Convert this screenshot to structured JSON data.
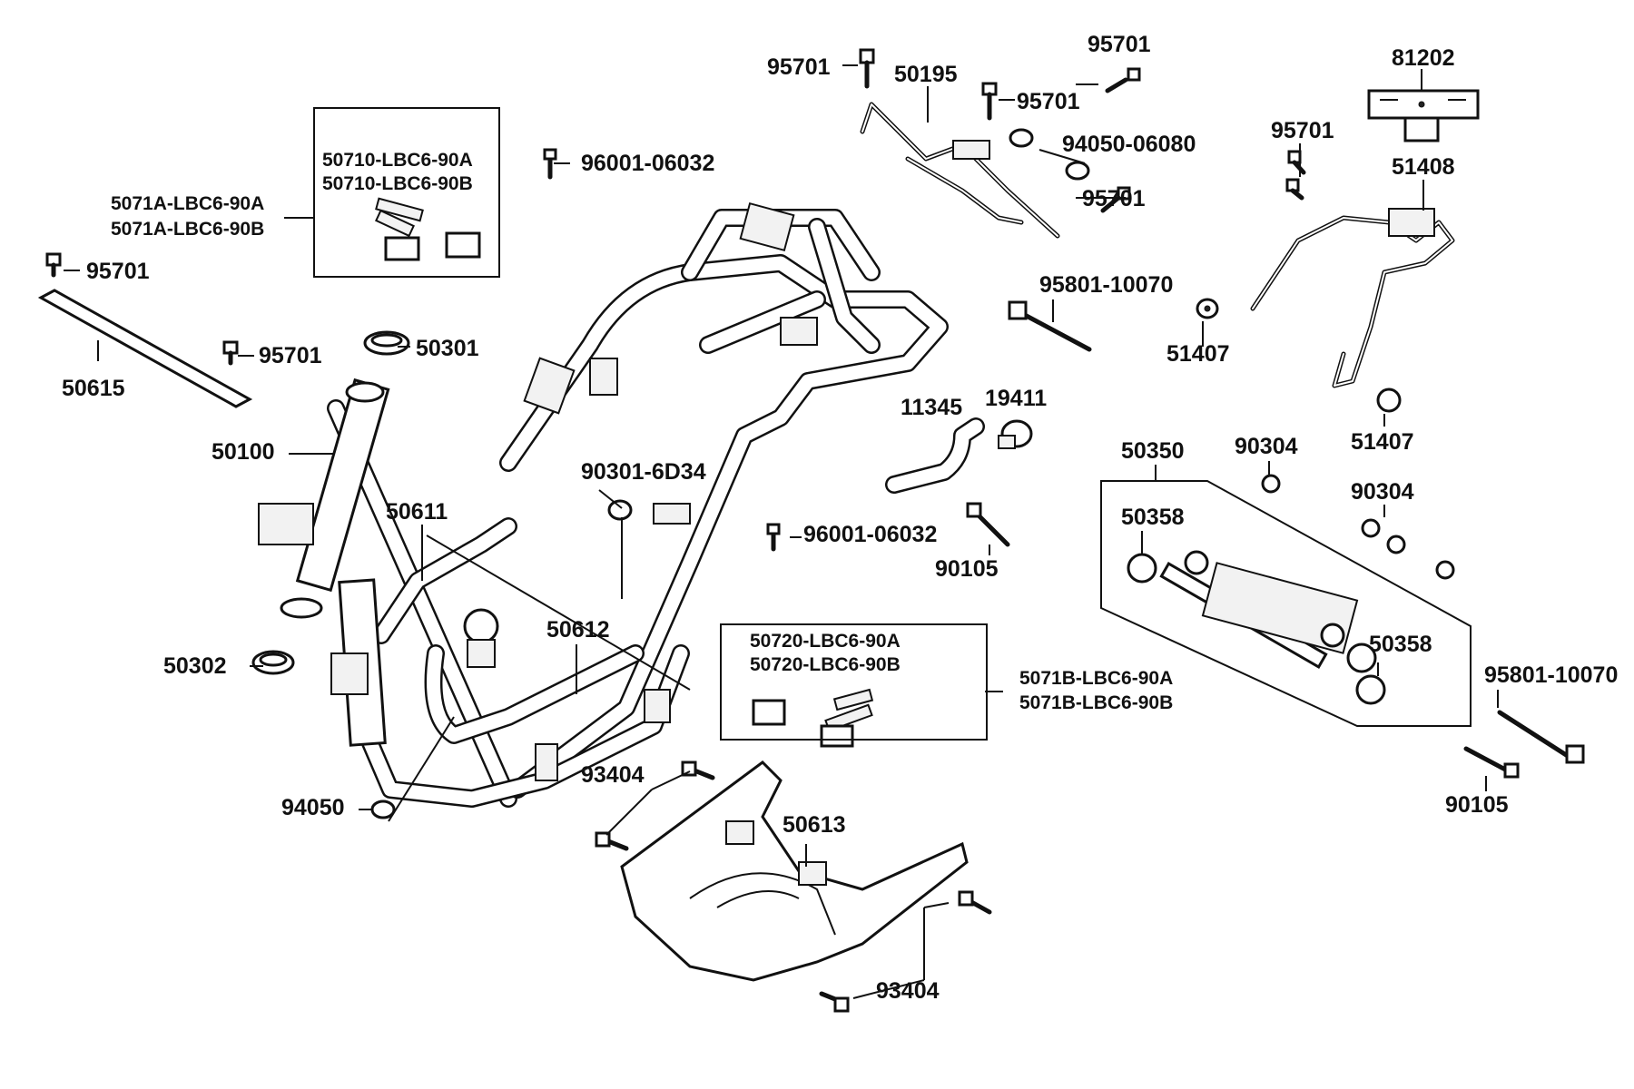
{
  "labels": {
    "l_95701_a": "95701",
    "l_50195": "50195",
    "l_95701_b": "95701",
    "l_95701_c": "95701",
    "l_94050_06080": "94050-06080",
    "l_95701_d": "95701",
    "l_81202": "81202",
    "l_95701_e": "95701",
    "l_51408": "51408",
    "l_50710a": "50710-LBC6-90A",
    "l_50710b": "50710-LBC6-90B",
    "l_5071a_a": "5071A-LBC6-90A",
    "l_5071a_b": "5071A-LBC6-90B",
    "l_96001_a": "96001-06032",
    "l_95701_f": "95701",
    "l_50615": "50615",
    "l_95701_g": "95701",
    "l_50301": "50301",
    "l_95801_a": "95801-10070",
    "l_51407_a": "51407",
    "l_51407_b": "51407",
    "l_11345": "11345",
    "l_19411": "19411",
    "l_50100": "50100",
    "l_50350": "50350",
    "l_90304_a": "90304",
    "l_90304_b": "90304",
    "l_90301": "90301-6D34",
    "l_50611": "50611",
    "l_50358_a": "50358",
    "l_96001_b": "96001-06032",
    "l_90105_a": "90105",
    "l_50612": "50612",
    "l_50720a": "50720-LBC6-90A",
    "l_50720b": "50720-LBC6-90B",
    "l_5071b_a": "5071B-LBC6-90A",
    "l_5071b_b": "5071B-LBC6-90B",
    "l_50358_b": "50358",
    "l_95801_b": "95801-10070",
    "l_50302": "50302",
    "l_93404_a": "93404",
    "l_50613": "50613",
    "l_94050": "94050",
    "l_90105_b": "90105",
    "l_93404_b": "93404"
  }
}
